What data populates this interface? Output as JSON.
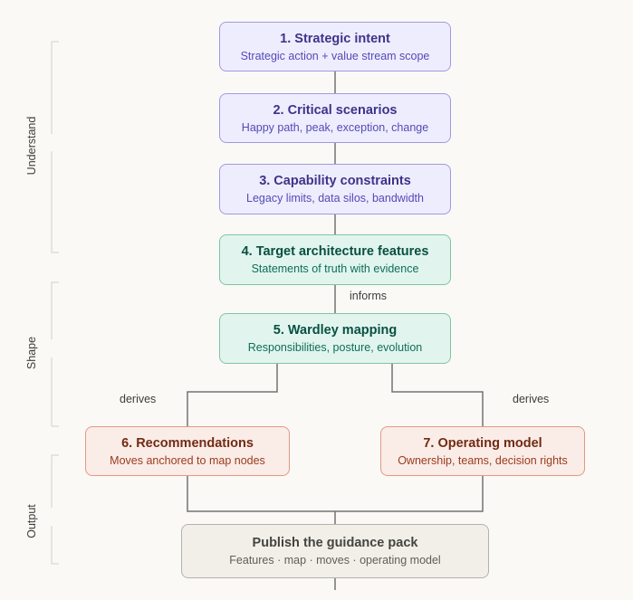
{
  "phases": [
    {
      "label": "Understand"
    },
    {
      "label": "Shape"
    },
    {
      "label": "Output"
    }
  ],
  "nodes": [
    {
      "title": "1. Strategic intent",
      "subtitle": "Strategic action + value stream scope"
    },
    {
      "title": "2. Critical scenarios",
      "subtitle": "Happy path, peak, exception, change"
    },
    {
      "title": "3. Capability constraints",
      "subtitle": "Legacy limits, data silos, bandwidth"
    },
    {
      "title": "4. Target architecture features",
      "subtitle": "Statements of truth with evidence"
    },
    {
      "title": "5. Wardley mapping",
      "subtitle": "Responsibilities, posture, evolution"
    },
    {
      "title": "6. Recommendations",
      "subtitle": "Moves anchored to map nodes"
    },
    {
      "title": "7. Operating model",
      "subtitle": "Ownership, teams, decision rights"
    },
    {
      "title": "Publish the guidance pack",
      "subtitle": "Features · map · moves · operating model"
    }
  ],
  "edge_labels": {
    "informs": "informs",
    "derives_left": "derives",
    "derives_right": "derives"
  },
  "colors": {
    "understand": "#eeedfe",
    "shape": "#e1f5ee",
    "output": "#faece7",
    "publish": "#f1efe8",
    "connector": "#737373",
    "bracket": "#d3d1c7"
  }
}
